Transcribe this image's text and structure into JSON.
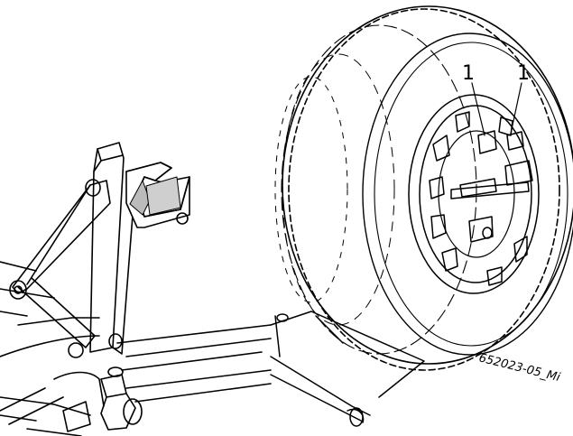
{
  "callouts": [
    {
      "label": "1"
    },
    {
      "label": "1"
    }
  ],
  "figure_code": "652023-05_Mi",
  "colors": {
    "line": "#000000",
    "background": "#ffffff"
  }
}
